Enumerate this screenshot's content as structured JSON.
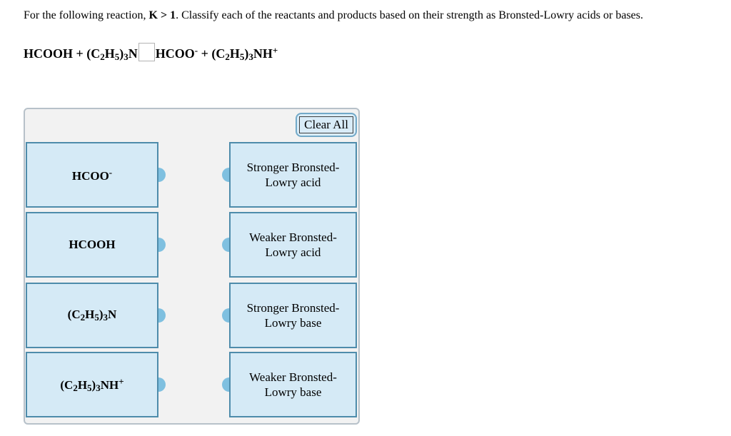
{
  "title": {
    "before": "For the following reaction, ",
    "bold": "K > 1",
    "after": ". Classify each of the reactants and products based on their strength as Bronsted-Lowry acids or bases."
  },
  "equation": {
    "reactants": [
      {
        "v": "HCOOH + (C"
      },
      {
        "v": "2",
        "s": "sub"
      },
      {
        "v": "H"
      },
      {
        "v": "5",
        "s": "sub"
      },
      {
        "v": ")"
      },
      {
        "v": "3",
        "s": "sub"
      },
      {
        "v": "N"
      }
    ],
    "answer_box_value": "",
    "products": [
      {
        "v": "HCOO"
      },
      {
        "v": "-",
        "s": "sup"
      },
      {
        "v": " + (C"
      },
      {
        "v": "2",
        "s": "sub"
      },
      {
        "v": "H"
      },
      {
        "v": "5",
        "s": "sub"
      },
      {
        "v": ")"
      },
      {
        "v": "3",
        "s": "sub"
      },
      {
        "v": "NH"
      },
      {
        "v": "+",
        "s": "sup"
      }
    ]
  },
  "sorter": {
    "clear_all_label": "Clear All",
    "items": [
      {
        "id": "hcoo-anion",
        "formula": [
          {
            "v": "HCOO"
          },
          {
            "v": "-",
            "s": "sup"
          }
        ]
      },
      {
        "id": "hcooh",
        "formula": [
          {
            "v": "HCOOH"
          }
        ]
      },
      {
        "id": "triethylamine",
        "formula": [
          {
            "v": "(C"
          },
          {
            "v": "2",
            "s": "sub"
          },
          {
            "v": "H"
          },
          {
            "v": "5",
            "s": "sub"
          },
          {
            "v": ")"
          },
          {
            "v": "3",
            "s": "sub"
          },
          {
            "v": "N"
          }
        ]
      },
      {
        "id": "triethylammonium",
        "formula": [
          {
            "v": "(C"
          },
          {
            "v": "2",
            "s": "sub"
          },
          {
            "v": "H"
          },
          {
            "v": "5",
            "s": "sub"
          },
          {
            "v": ")"
          },
          {
            "v": "3",
            "s": "sub"
          },
          {
            "v": "NH"
          },
          {
            "v": "+",
            "s": "sup"
          }
        ]
      }
    ],
    "targets": [
      {
        "line1": "Stronger Bronsted-",
        "line2": "Lowry acid"
      },
      {
        "line1": "Weaker Bronsted-",
        "line2": "Lowry acid"
      },
      {
        "line1": "Stronger Bronsted-",
        "line2": "Lowry base"
      },
      {
        "line1": "Weaker Bronsted-",
        "line2": "Lowry base"
      }
    ]
  },
  "colors": {
    "panel_bg": "#f2f2f2",
    "panel_border": "#b7c1c9",
    "box_fill": "#d5eaf6",
    "box_border": "#4e8cab",
    "connector": "#7fc0e0",
    "button_bg": "#d9ecf8",
    "button_border": "#72a9c8"
  }
}
